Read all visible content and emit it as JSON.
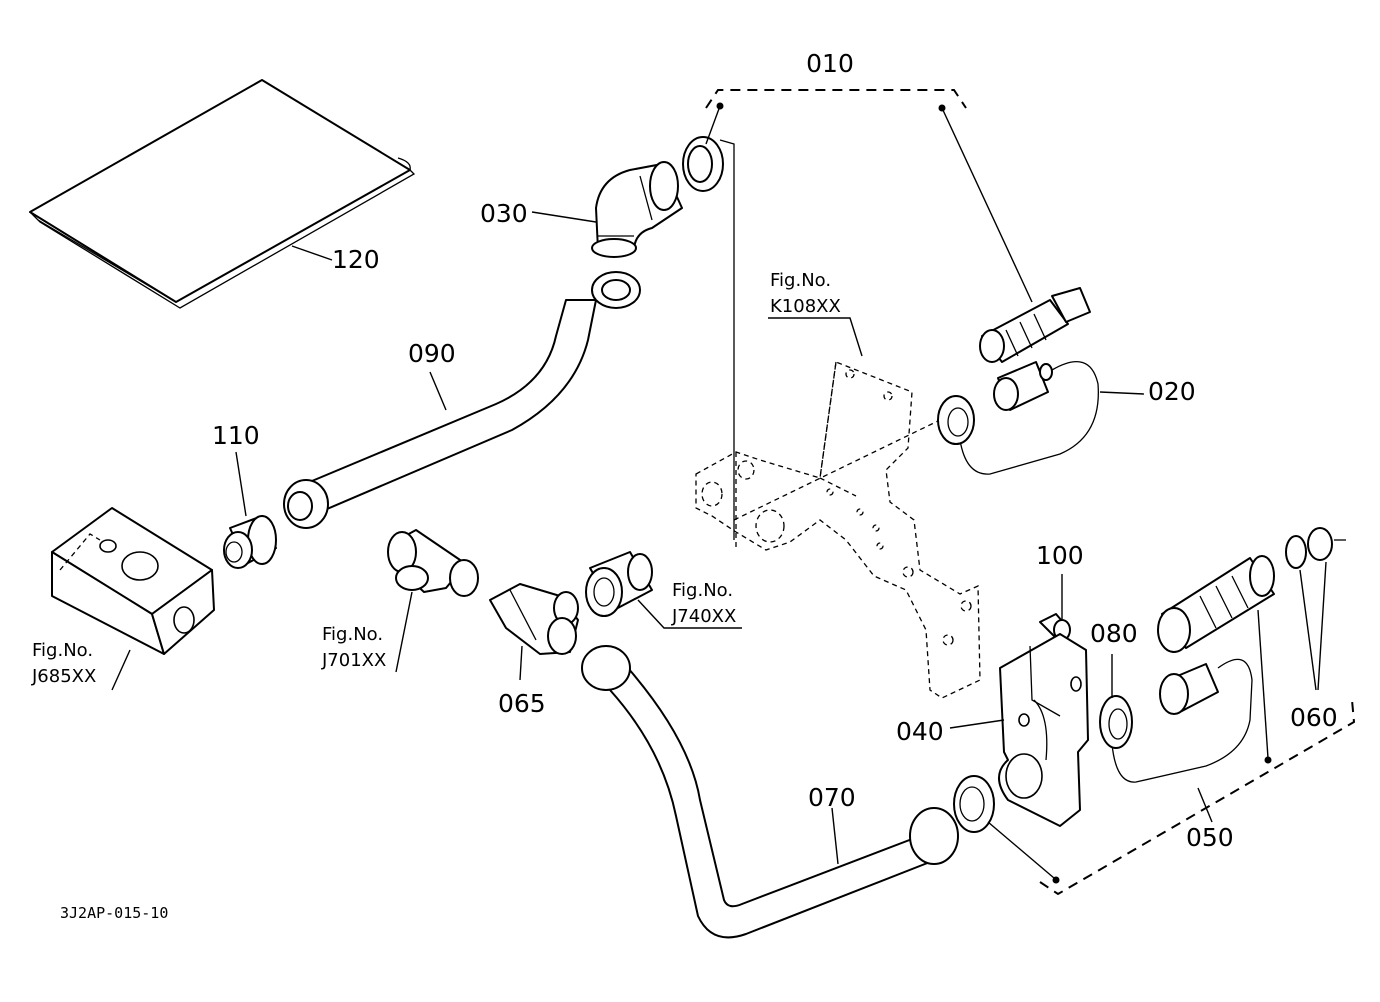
{
  "labels": {
    "p010": "010",
    "p020": "020",
    "p030": "030",
    "p040": "040",
    "p050": "050",
    "p060": "060",
    "p065": "065",
    "p070": "070",
    "p080": "080",
    "p090": "090",
    "p100": "100",
    "p110": "110",
    "p120": "120"
  },
  "fig_refs": {
    "k108_title": "Fig.No.",
    "k108_code": "K108XX",
    "j685_title": "Fig.No.",
    "j685_code": "J685XX",
    "j701_title": "Fig.No.",
    "j701_code": "J701XX",
    "j740_title": "Fig.No.",
    "j740_code": "J740XX"
  },
  "drawing_code": "3J2AP-015-10"
}
